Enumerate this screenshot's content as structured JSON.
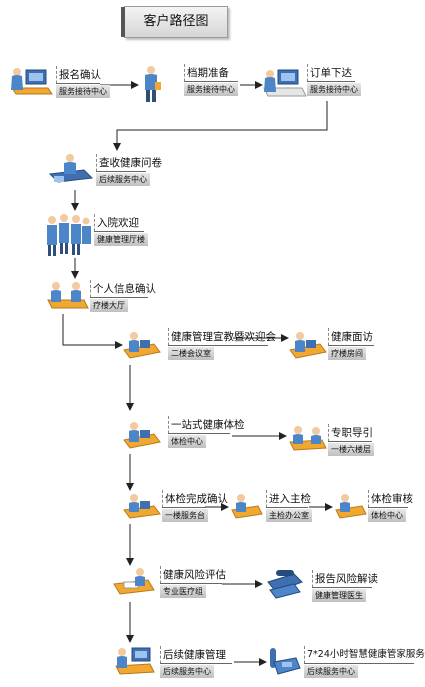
{
  "title": "客户路径图",
  "nodes": {
    "n1": {
      "step": "报名确认",
      "location": "服务接待中心"
    },
    "n2": {
      "step": "档期准备",
      "location": "服务接待中心"
    },
    "n3": {
      "step": "订单下达",
      "location": "服务接待中心"
    },
    "n4": {
      "step": "查收健康问卷",
      "location": "后续服务中心"
    },
    "n5": {
      "step": "入院欢迎",
      "location": "健康管理厅楼"
    },
    "n6": {
      "step": "个人信息确认",
      "location": "疗楼大厅"
    },
    "n7": {
      "step": "健康管理宣教暨欢迎会",
      "location": "二楼会议室"
    },
    "n8": {
      "step": "健康面访",
      "location": "疗楼房间"
    },
    "n9": {
      "step": "一站式健康体检",
      "location": "体检中心"
    },
    "n10": {
      "step": "专职导引",
      "location": "一楼六楼层"
    },
    "n11": {
      "step": "体检完成确认",
      "location": "一楼服务台"
    },
    "n12": {
      "step": "进入主检",
      "location": "主检办公室"
    },
    "n13": {
      "step": "体检审核",
      "location": "体检中心"
    },
    "n14": {
      "step": "健康风险评估",
      "location": "专业医疗组"
    },
    "n15": {
      "step": "报告风险解读",
      "location": "健康管理医生"
    },
    "n16": {
      "step": "后续健康管理",
      "location": "后续服务中心"
    },
    "n17": {
      "step": "7*24小时智慧健康管家服务",
      "location": "后续服务中心"
    }
  },
  "icons": {
    "n1": "person-at-computer-icon",
    "n2": "person-standing-icon",
    "n3": "person-at-computer-icon",
    "n4": "person-at-desk-icon",
    "n5": "group-of-people-icon",
    "n6": "two-people-at-desk-icon",
    "n7": "person-at-desk-icon",
    "n8": "person-at-desk-icon",
    "n9": "person-at-desk-icon",
    "n10": "two-people-at-desk-icon",
    "n11": "person-at-desk-icon",
    "n12": "person-at-desk-icon",
    "n13": "person-at-desk-icon",
    "n14": "person-at-desk-icon",
    "n15": "telephone-icon",
    "n16": "person-at-computer-icon",
    "n17": "telephone-icon"
  },
  "colors": {
    "figure": "#4d86c8",
    "desk": "#f0a830",
    "screen": "#3f6fb0",
    "arrow": "#222222"
  }
}
